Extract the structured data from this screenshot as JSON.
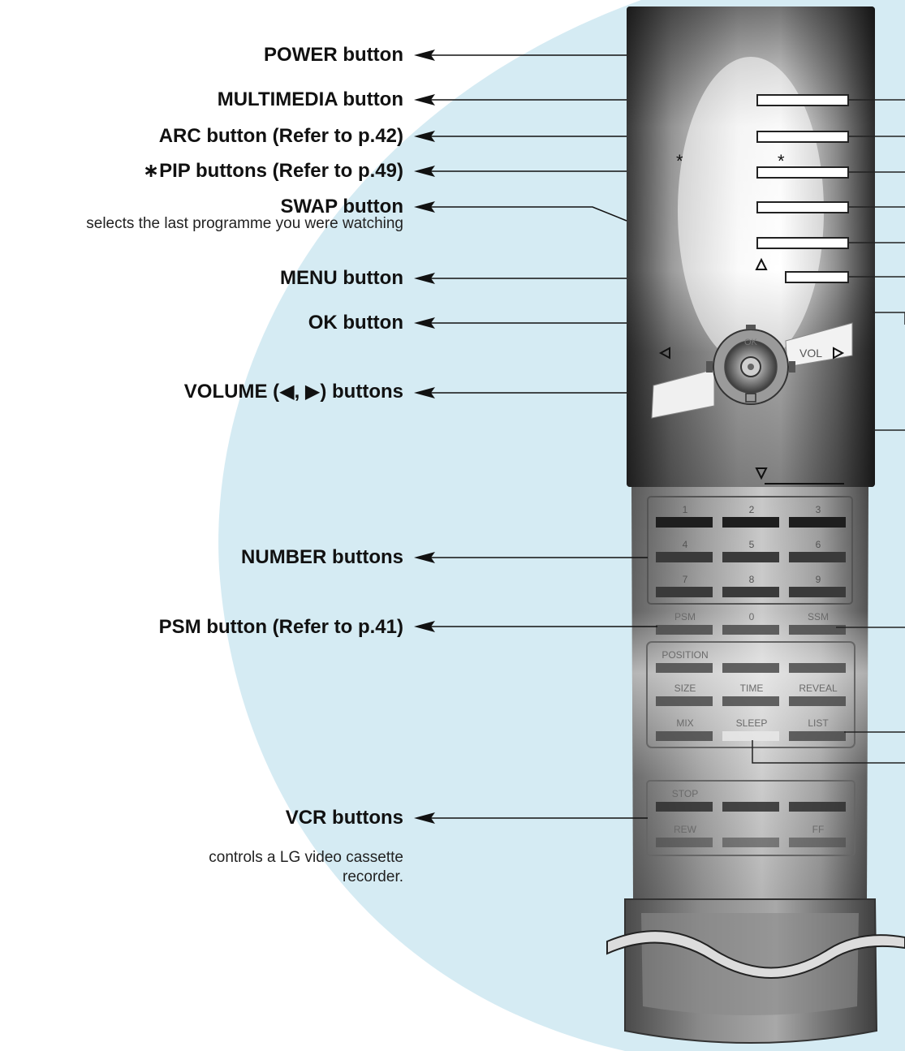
{
  "labels": {
    "power": "POWER button",
    "multimedia": "MULTIMEDIA button",
    "arc": "ARC button (Refer to p.42)",
    "pip": "∗PIP buttons (Refer to p.49)",
    "swap": "SWAP button",
    "swap_desc": "selects the last programme you were watching",
    "menu": "MENU button",
    "ok": "OK button",
    "volume": "VOLUME (◀, ▶) buttons",
    "number": "NUMBER buttons",
    "psm": "PSM button (Refer to p.41)",
    "vcr": "VCR buttons",
    "vcr_desc_1": "controls a LG video cassette",
    "vcr_desc_2": "recorder."
  },
  "remote": {
    "asterisk": "*",
    "ok_label": "OK",
    "vol_label": "VOL",
    "digits": [
      "1",
      "2",
      "3",
      "4",
      "5",
      "6",
      "7",
      "8",
      "9"
    ],
    "zero": "0",
    "psm": "PSM",
    "ssm": "SSM",
    "position": "POSITION",
    "size": "SIZE",
    "time": "TIME",
    "reveal": "REVEAL",
    "mix": "MIX",
    "sleep": "SLEEP",
    "list": "LIST",
    "stop": "STOP",
    "rew": "REW",
    "ff": "FF"
  }
}
